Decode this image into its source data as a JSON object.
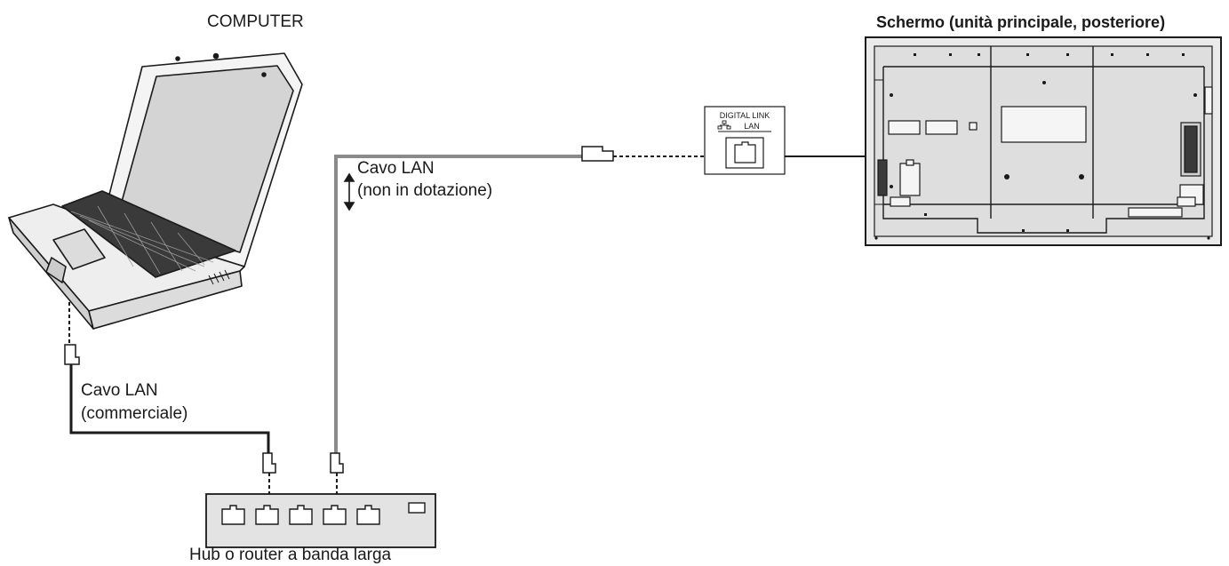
{
  "labels": {
    "computer": "COMPUTER",
    "display": "Schermo (unità principale, posteriore)",
    "cable_top_line1": "Cavo LAN",
    "cable_top_line2": "(non in dotazione)",
    "cable_left_line1": "Cavo LAN",
    "cable_left_line2": "(commerciale)",
    "hub": "Hub o router a banda larga"
  },
  "port_panel": {
    "title": "DIGITAL LINK",
    "sub": "LAN"
  },
  "icons": [
    "laptop-icon",
    "display-rear-icon",
    "network-hub-icon",
    "lan-connector-icon",
    "lan-port-icon",
    "double-arrow-icon"
  ]
}
